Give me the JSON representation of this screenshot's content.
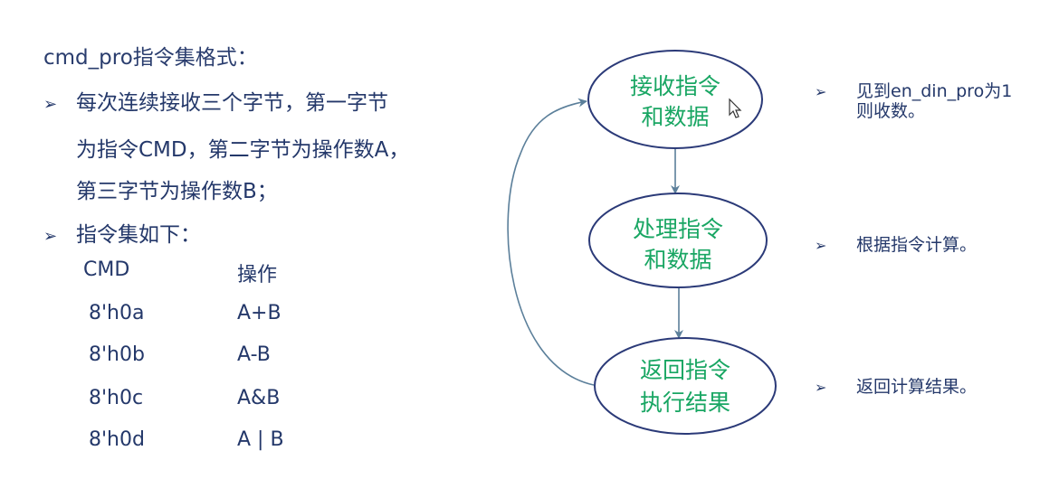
{
  "title": "cmd_pro指令集格式：",
  "bullets": {
    "arrow_glyph": "➢",
    "b1_line1": "每次连续接收三个字节，第一字节",
    "b1_line2": "为指令CMD，第二字节为操作数A，",
    "b1_line3": "第三字节为操作数B；",
    "b2": "指令集如下："
  },
  "instruction_table": {
    "headers": [
      "CMD",
      "操作"
    ],
    "rows": [
      [
        "8'h0a",
        "A+B"
      ],
      [
        "8'h0b",
        "A-B"
      ],
      [
        "8'h0c",
        "A&B"
      ],
      [
        "8'h0d",
        "A | B"
      ]
    ]
  },
  "flow": {
    "nodes": [
      {
        "line1": "接收指令",
        "line2": "和数据"
      },
      {
        "line1": "处理指令",
        "line2": "和数据"
      },
      {
        "line1": "返回指令",
        "line2": "执行结果"
      }
    ],
    "notes": [
      {
        "line1": "见到en_din_pro为1",
        "line2": "则收数。"
      },
      {
        "line1": "根据指令计算。",
        "line2": ""
      },
      {
        "line1": "返回计算结果。",
        "line2": ""
      }
    ]
  },
  "colors": {
    "text": "#24386a",
    "node_text": "#19a663",
    "node_border": "#2b3a78",
    "arrow": "#5b7f9a"
  },
  "icons": {
    "cursor": "mouse-pointer-icon"
  }
}
